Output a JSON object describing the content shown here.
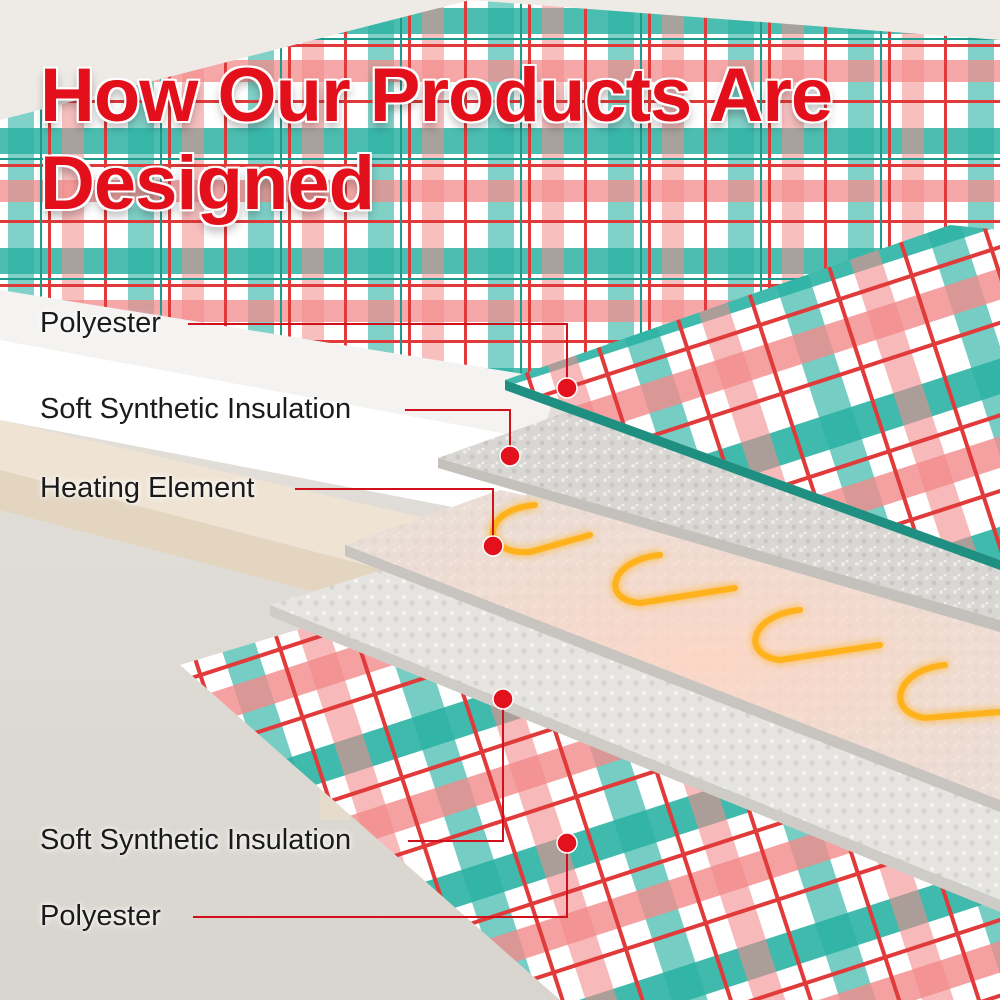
{
  "title": "How Our Products Are Designed",
  "layers": [
    {
      "label": "Polyester"
    },
    {
      "label": "Soft Synthetic Insulation"
    },
    {
      "label": "Heating Element"
    },
    {
      "label": "Soft Synthetic Insulation"
    },
    {
      "label": "Polyester"
    }
  ],
  "colors": {
    "title": "#e3101c",
    "callout": "#d0101a",
    "plaid_teal": "#2bb3a3",
    "plaid_pink": "#f08c8c",
    "heating_wire": "#ffb21a"
  }
}
